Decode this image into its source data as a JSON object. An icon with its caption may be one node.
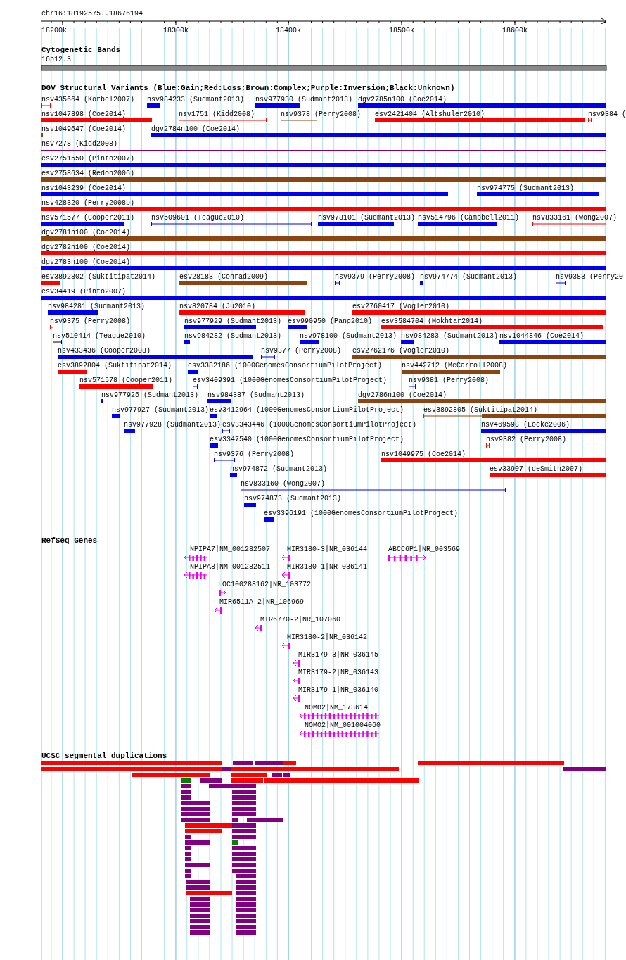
{
  "diagram": {
    "title": "chr16:18192575..18676194",
    "labels": [
      "18200k",
      "18300k",
      "18400k",
      "18500k",
      "18600k",
      "Cytogenetic Bands",
      "16p12.3",
      "DGV Structural Variants (Blue:Gain;Red:Loss;Brown:Complex;Purple:Inversion;Black:Unknown)",
      "nsv435664 (Korbel2007)",
      "nsv984233 (Sudmant2013)",
      "nsv977930 (Sudmant2013)",
      "dgv2785n100 (Coe2014)",
      "nsv1047898 (Coe2014)",
      "nsv1751 (Kidd2008)",
      "nsv9378 (Perry2008)",
      "esv2421404 (Altshuler2010)",
      "nsv9384 (",
      "nsv1049647 (Coe2014)",
      "dgv2784n100 (Coe2014)",
      "nsv7278 (Kidd2008)",
      "esv2751550 (Pinto2007)",
      "esv2758634 (Redon2006)",
      "nsv1043239 (Coe2014)",
      "nsv974775 (Sudmant2013)",
      "nsv428320 (Perry2008b)",
      "nsv571577 (Cooper2011)",
      "nsv509601 (Teague2010)",
      "nsv978101 (Sudmant2013)",
      "nsv514796 (Campbell2011)",
      "nsv833161 (Wong2007)",
      "dgv2781n100 (Coe2014)",
      "dgv2782n100 (Coe2014)",
      "dgv2783n100 (Coe2014)",
      "esv3892802 (Suktitipat2014)",
      "esv28183 (Conrad2009)",
      "nsv9379 (Perry2008)",
      "nsv974774 (Sudmant2013)",
      "nsv9383 (Perry20",
      "esv34419 (Pinto2007)",
      "nsv984281 (Sudmant2013)",
      "nsv820784 (Ju2010)",
      "esv2760417 (Vogler2010)",
      "nsv9375 (Perry2008)",
      "nsv977929 (Sudmant2013)",
      "esv990950 (Pang2010)",
      "esv3584704 (Mokhtar2014)",
      "nsv510414 (Teague2010)",
      "nsv984282 (Sudmant2013)",
      "nsv978100 (Sudmant2013)",
      "nsv984283 (Sudmant2013)",
      "nsv1044846 (Coe2014)",
      "nsv433436 (Cooper2008)",
      "nsv9377 (Perry2008)",
      "esv2762176 (Vogler2010)",
      "esv3892804 (Suktitipat2014)",
      "esv3382186 (1000GenomesConsortiumPilotProject)",
      "nsv442712 (McCarroll2008)",
      "nsv571578 (Cooper2011)",
      "esv3409391 (1000GenomesConsortiumPilotProject)",
      "nsv9381 (Perry2008)",
      "nsv977926 (Sudmant2013)",
      "nsv984387 (Sudmant2013)",
      "dgv2786n100 (Coe2014)",
      "nsv977927 (Sudmant2013)",
      "esv3412964 (1000GenomesConsortiumPilotProject)",
      "esv3892805 (Suktitipat2014)",
      "nsv977928 (Sudmant2013)",
      "esv3343446 (1000GenomesConsortiumPilotProject)",
      "nsv469598 (Locke2006)",
      "esv3347540 (1000GenomesConsortiumPilotProject)",
      "nsv9382 (Perry2008)",
      "nsv9376 (Perry2008)",
      "nsv1049975 (Coe2014)",
      "nsv974872 (Sudmant2013)",
      "esv33907 (deSmith2007)",
      "nsv833160 (Wong2007)",
      "nsv974873 (Sudmant2013)",
      "esv3396191 (1000GenomesConsortiumPilotProject)",
      "RefSeq Genes",
      "NPIPA7|NM_001282507",
      "MIR3180-3|NR_036144",
      "ABCC6P1|NR_003569",
      "NPIPA8|NM_001282511",
      "MIR3180-1|NR_036141",
      "LOC100288162|NR_103772",
      "MIR6511A-2|NR_106969",
      "MIR6770-2|NR_107060",
      "MIR3180-2|NR_036142",
      "MIR3179-3|NR_036145",
      "MIR3179-2|NR_036143",
      "MIR3179-1|NR_036140",
      "NOMO2|NM_173614",
      "NOMO2|NM_001004060",
      "UCSC segmental duplications"
    ]
  }
}
